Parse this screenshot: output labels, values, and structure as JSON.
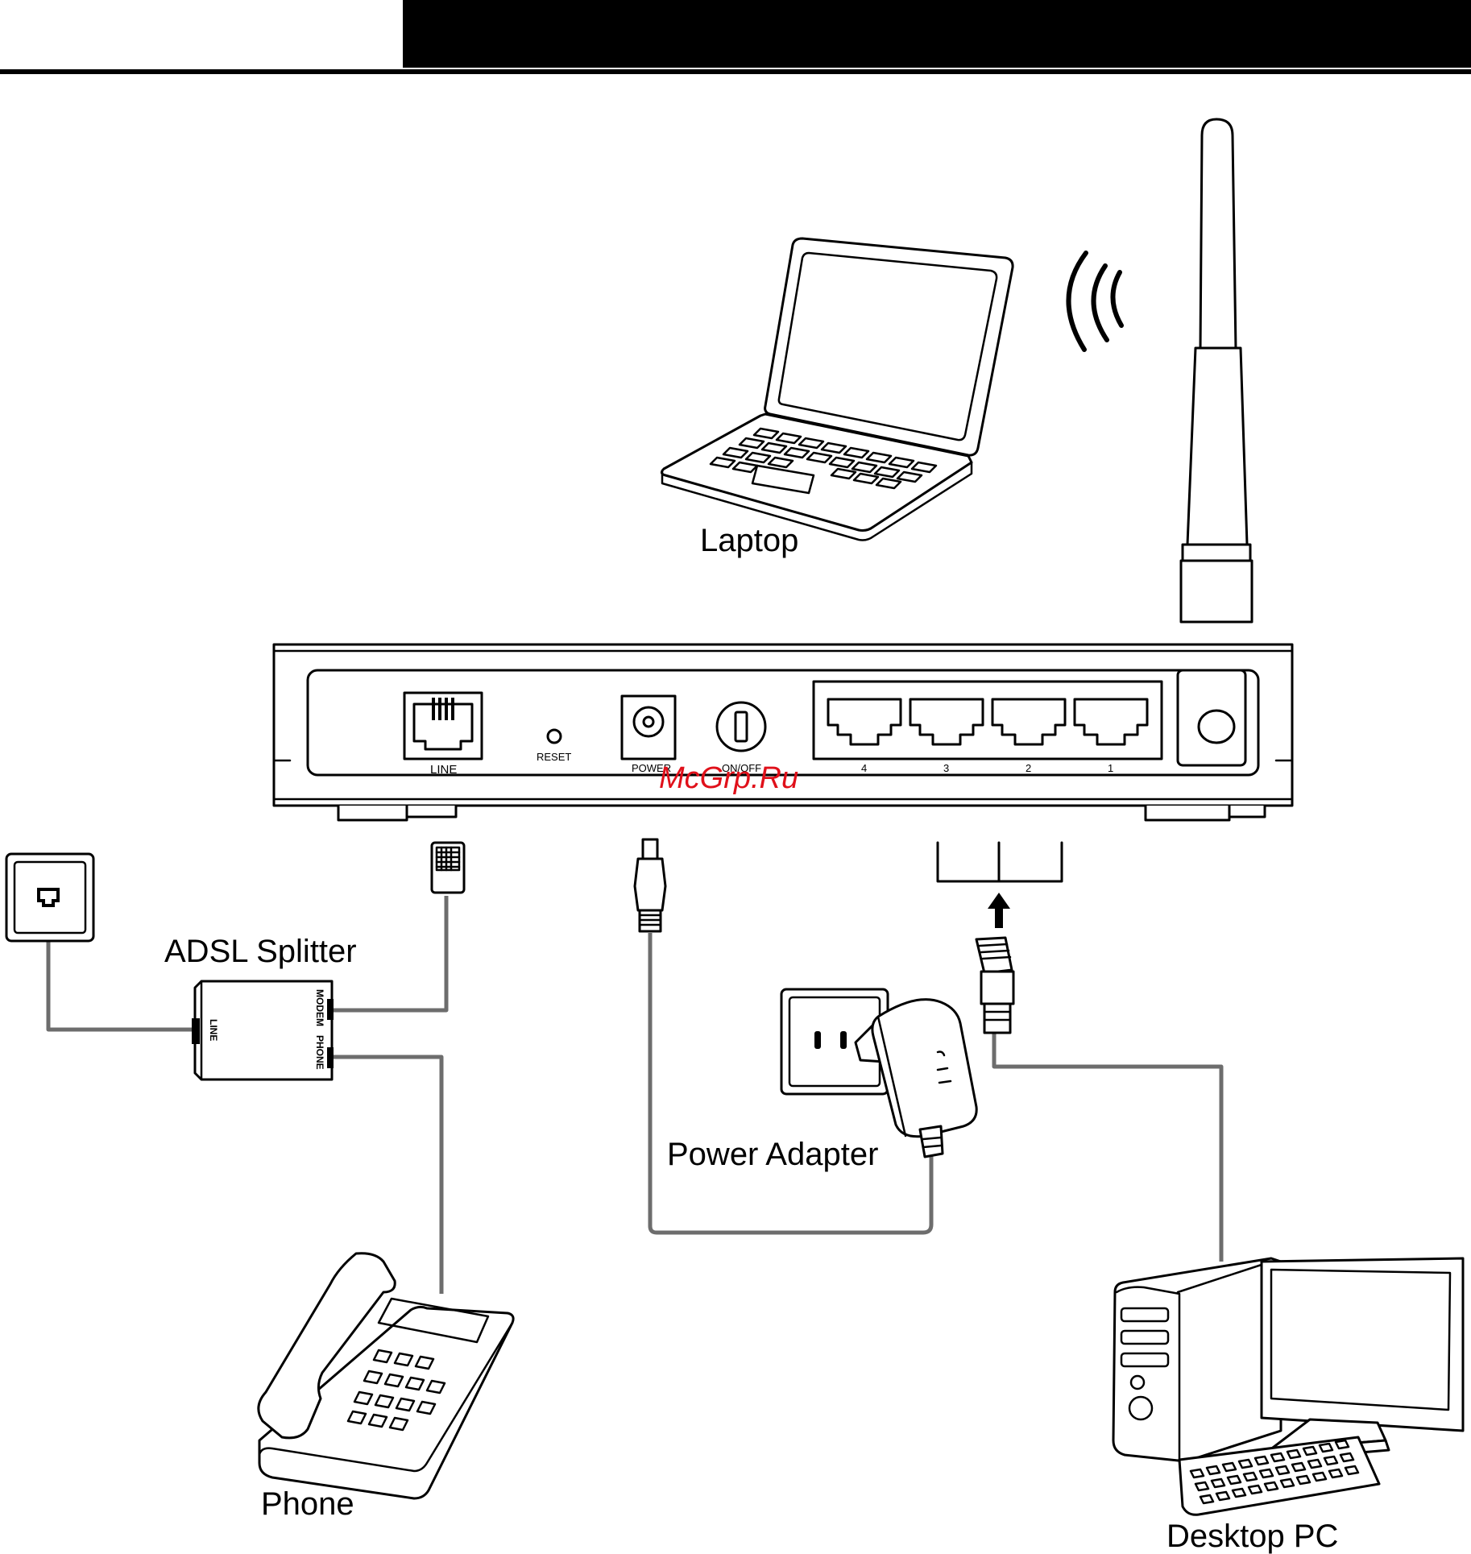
{
  "labels": {
    "laptop": "Laptop",
    "adsl_splitter": "ADSL Splitter",
    "power_adapter": "Power Adapter",
    "phone": "Phone",
    "desktop_pc": "Desktop PC"
  },
  "router_ports": {
    "line": "LINE",
    "reset": "RESET",
    "power": "POWER",
    "on_off": "ON/OFF",
    "lan": [
      "4",
      "3",
      "2",
      "1"
    ]
  },
  "splitter_ports": {
    "line": "LINE",
    "phone": "PHONE",
    "modem": "MODEM"
  },
  "watermark": "McGrp.Ru",
  "colors": {
    "ink": "#000000",
    "cable": "#6d6d6d",
    "watermark": "#e0101a",
    "header_bar": "#000000"
  },
  "icons": [
    "laptop-icon",
    "antenna-icon",
    "wifi-signal-icon",
    "router-icon",
    "wall-phone-jack-icon",
    "rj11-plug-icon",
    "dc-plug-icon",
    "rj45-plug-icon",
    "power-outlet-icon",
    "power-adapter-icon",
    "telephone-icon",
    "desktop-pc-icon",
    "arrow-up-icon"
  ]
}
